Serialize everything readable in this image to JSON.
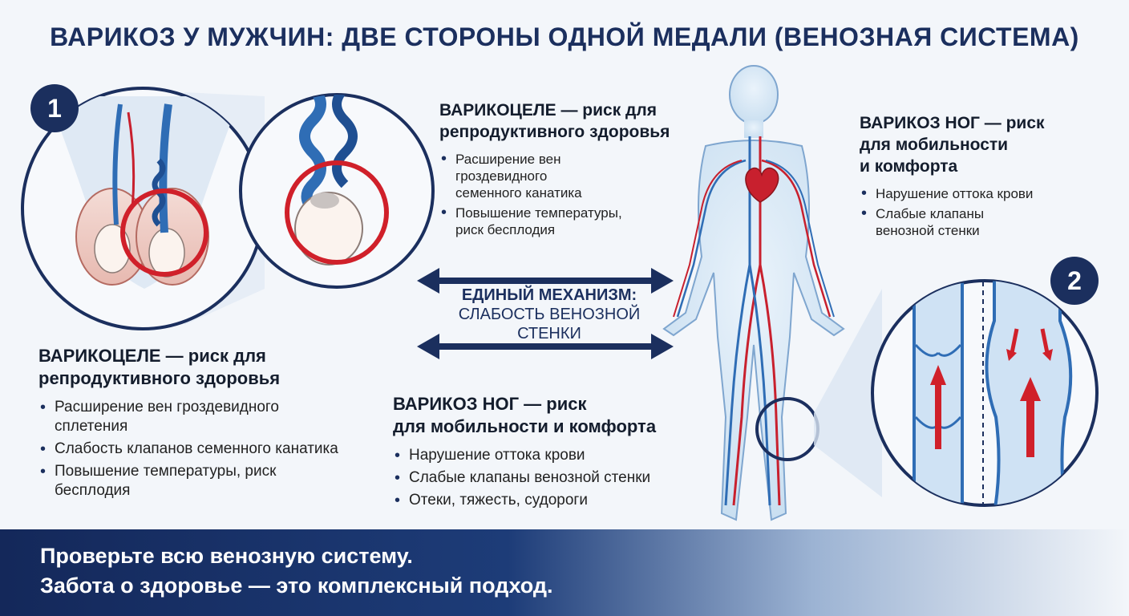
{
  "title": "ВАРИКОЗ У МУЖЧИН: ДВЕ СТОРОНЫ ОДНОЙ МЕДАЛИ (ВЕНОЗНАЯ СИСТЕМА)",
  "badges": {
    "one": "1",
    "two": "2"
  },
  "varicocele_top": {
    "heading_line1": "ВАРИКОЦЕЛЕ — риск для",
    "heading_line2": "репродуктивного здоровья",
    "bullets": [
      "Расширение вен гроздевидного семенного канатика",
      "Повышение температуры, риск бесплодия"
    ]
  },
  "varicose_top": {
    "heading_line1": "ВАРИКОЗ НОГ — риск",
    "heading_line2": "для мобильности",
    "heading_line3": "и комфорта",
    "bullets": [
      "Нарушение оттока крови",
      "Слабые клапаны венозной стенки"
    ]
  },
  "mechanism": {
    "line1": "ЕДИНЫЙ МЕХАНИЗМ:",
    "line2": "СЛАБОСТЬ ВЕНОЗНОЙ",
    "line3": "СТЕНКИ"
  },
  "varicocele_bottom": {
    "heading_line1": "ВАРИКОЦЕЛЕ — риск для",
    "heading_line2": "репродуктивного здоровья",
    "bullets": [
      "Расширение вен гроздевидного сплетения",
      "Слабость клапанов семенного канатика",
      "Повышение температуры, риск бесплодия"
    ]
  },
  "varicose_bottom": {
    "heading_line1": "ВАРИКОЗ НОГ — риск",
    "heading_line2": "для мобильности и комфорта",
    "bullets": [
      "Нарушение оттока крови",
      "Слабые клапаны венозной стенки",
      "Отеки, тяжесть, судороги"
    ]
  },
  "banner": {
    "line1": "Проверьте всю венозную систему.",
    "line2": "Забота о здоровье — это комплексный подход."
  },
  "colors": {
    "navy": "#1b2f5e",
    "vein_blue": "#2f6db5",
    "artery_red": "#c8202e",
    "highlight_red": "#d0202a"
  },
  "icons": [
    "anatomy-illustration",
    "magnifier-circle",
    "human-body-figure",
    "heart-icon",
    "double-arrow-icon",
    "vein-valve-illustration"
  ]
}
